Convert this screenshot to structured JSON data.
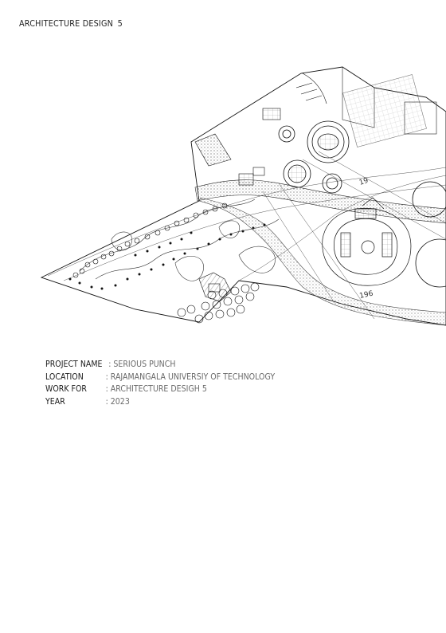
{
  "header": {
    "title": "ARCHITECTURE DESIGN",
    "number": "5"
  },
  "site_plan": {
    "labels": [
      "196",
      "19"
    ]
  },
  "project_info": {
    "project_name_label": "PROJECT NAME",
    "project_name_value": ": SERIOUS PUNCH",
    "location_label": "LOCATION",
    "location_value": ": RAJAMANGALA UNIVERSIY  OF TECHNOLOGY",
    "work_for_label": "WORK FOR",
    "work_for_value": ": ARCHITECTURE DESIGH 5",
    "year_label": "YEAR",
    "year_value": ": 2023"
  },
  "colors": {
    "ink": "#222222",
    "muted_text": "#6a6a6a",
    "background": "#ffffff"
  }
}
